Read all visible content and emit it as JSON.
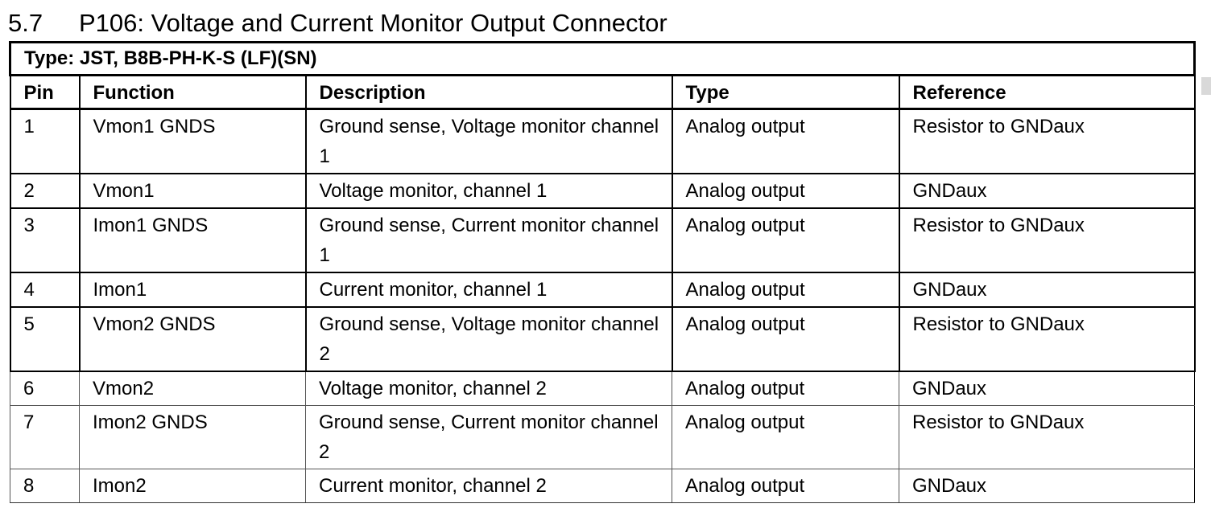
{
  "section": {
    "number": "5.7",
    "title": "P106: Voltage and Current Monitor Output Connector"
  },
  "table": {
    "type_line": "Type: JST, B8B-PH-K-S (LF)(SN)",
    "headers": {
      "pin": "Pin",
      "function": "Function",
      "description": "Description",
      "type": "Type",
      "reference": "Reference"
    },
    "rows": [
      {
        "pin": "1",
        "function": "Vmon1 GNDS",
        "description": "Ground sense, Voltage monitor channel 1",
        "type": "Analog output",
        "reference": "Resistor to GNDaux"
      },
      {
        "pin": "2",
        "function": "Vmon1",
        "description": "Voltage monitor, channel 1",
        "type": "Analog output",
        "reference": "GNDaux"
      },
      {
        "pin": "3",
        "function": "Imon1 GNDS",
        "description": "Ground sense, Current monitor channel 1",
        "type": "Analog output",
        "reference": "Resistor to GNDaux"
      },
      {
        "pin": "4",
        "function": "Imon1",
        "description": "Current monitor, channel 1",
        "type": "Analog output",
        "reference": "GNDaux"
      },
      {
        "pin": "5",
        "function": "Vmon2 GNDS",
        "description": "Ground sense, Voltage monitor channel 2",
        "type": "Analog output",
        "reference": "Resistor to GNDaux"
      },
      {
        "pin": "6",
        "function": "Vmon2",
        "description": "Voltage monitor, channel 2",
        "type": "Analog output",
        "reference": "GNDaux"
      },
      {
        "pin": "7",
        "function": "Imon2 GNDS",
        "description": "Ground sense, Current monitor channel 2",
        "type": "Analog output",
        "reference": "Resistor to GNDaux"
      },
      {
        "pin": "8",
        "function": "Imon2",
        "description": "Current monitor, channel 2",
        "type": "Analog output",
        "reference": "GNDaux"
      }
    ]
  }
}
